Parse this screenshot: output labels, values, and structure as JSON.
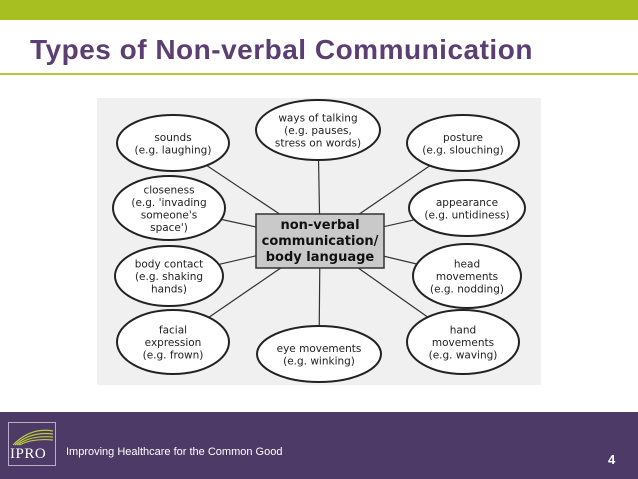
{
  "slide": {
    "title": "Types of Non-verbal Communication",
    "page_number": "4"
  },
  "diagram": {
    "center": [
      "non-verbal",
      "communication/",
      "body language"
    ],
    "nodes": [
      {
        "id": "sounds",
        "lines": [
          "sounds",
          "(e.g. laughing)"
        ]
      },
      {
        "id": "ways-of-talking",
        "lines": [
          "ways of talking",
          "(e.g. pauses,",
          "stress on words)"
        ]
      },
      {
        "id": "posture",
        "lines": [
          "posture",
          "(e.g. slouching)"
        ]
      },
      {
        "id": "closeness",
        "lines": [
          "closeness",
          "(e.g. 'invading",
          "someone's",
          "space')"
        ]
      },
      {
        "id": "appearance",
        "lines": [
          "appearance",
          "(e.g. untidiness)"
        ]
      },
      {
        "id": "body-contact",
        "lines": [
          "body contact",
          "(e.g. shaking",
          "hands)"
        ]
      },
      {
        "id": "head-movements",
        "lines": [
          "head",
          "movements",
          "(e.g. nodding)"
        ]
      },
      {
        "id": "facial-expression",
        "lines": [
          "facial",
          "expression",
          "(e.g. frown)"
        ]
      },
      {
        "id": "eye-movements",
        "lines": [
          "eye movements",
          "(e.g. winking)"
        ]
      },
      {
        "id": "hand-movements",
        "lines": [
          "hand",
          "movements",
          "(e.g. waving)"
        ]
      }
    ]
  },
  "footer": {
    "logo_text": "IPRO",
    "tagline": "Improving Healthcare for the Common Good"
  },
  "colors": {
    "brand_purple": "#4d3a66",
    "title_purple": "#5b3e72",
    "accent_green": "#a8bf22"
  }
}
